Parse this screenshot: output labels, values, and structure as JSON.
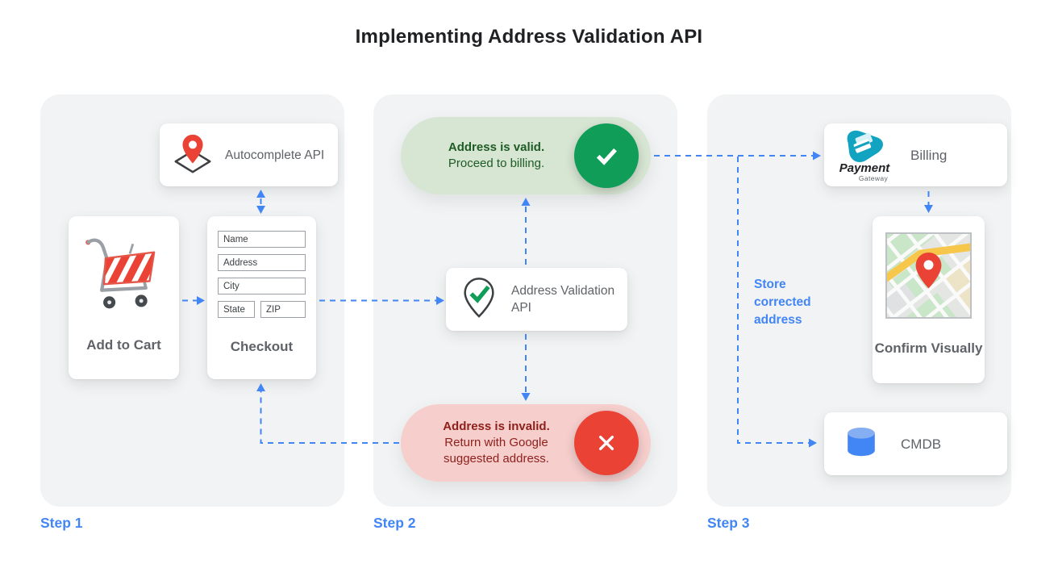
{
  "title": "Implementing Address Validation API",
  "colors": {
    "accent_blue": "#4285F4",
    "valid_green": "#0F9D58",
    "invalid_red": "#EA4335",
    "panel_gray": "#F1F3F4"
  },
  "step1": {
    "label": "Step 1",
    "autocomplete_api": "Autocomplete API",
    "add_to_cart": "Add to Cart",
    "checkout": "Checkout",
    "fields": [
      "Name",
      "Address",
      "City",
      "State",
      "ZIP"
    ]
  },
  "step2": {
    "label": "Step 2",
    "valid_title": "Address is valid.",
    "valid_subtitle": "Proceed to billing.",
    "validation_api": "Address Validation API",
    "invalid_title": "Address is invalid.",
    "invalid_subtitle": "Return with Google suggested address."
  },
  "step3": {
    "label": "Step 3",
    "billing": "Billing",
    "payment_logo_title": "Payment",
    "payment_logo_subtitle": "Gateway",
    "store_corrected": "Store corrected address",
    "confirm_visually": "Confirm Visually",
    "cmdb": "CMDB"
  }
}
